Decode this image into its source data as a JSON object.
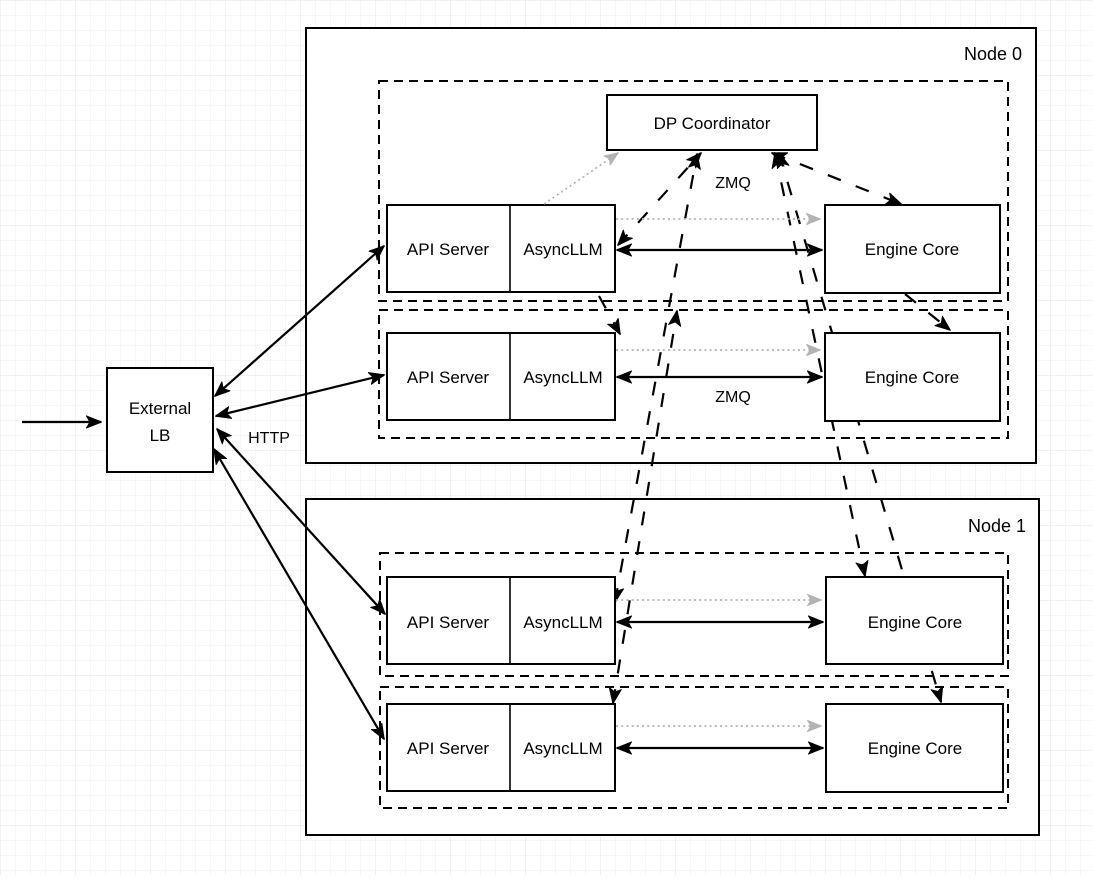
{
  "diagram": {
    "kind": "architecture-diagram",
    "external_lb": {
      "label_line1": "External",
      "label_line2": "LB"
    },
    "edge_labels": {
      "http": "HTTP",
      "zmq_coordinator": "ZMQ",
      "zmq_engine_row": "ZMQ"
    },
    "dp_coordinator": {
      "label": "DP Coordinator"
    },
    "nodes": [
      {
        "label": "Node 0",
        "rows": [
          {
            "api_server": "API Server",
            "asyncllm": "AsyncLLM",
            "engine_core": "Engine Core"
          },
          {
            "api_server": "API Server",
            "asyncllm": "AsyncLLM",
            "engine_core": "Engine Core"
          }
        ]
      },
      {
        "label": "Node 1",
        "rows": [
          {
            "api_server": "API Server",
            "asyncllm": "AsyncLLM",
            "engine_core": "Engine Core"
          },
          {
            "api_server": "API Server",
            "asyncllm": "AsyncLLM",
            "engine_core": "Engine Core"
          }
        ]
      }
    ],
    "colors": {
      "stroke": "#000000",
      "gray_connector": "#b3b3b3",
      "box_fill": "#ffffff",
      "grid_minor": "#eef0f0",
      "grid_major": "#e3e7e7"
    }
  }
}
